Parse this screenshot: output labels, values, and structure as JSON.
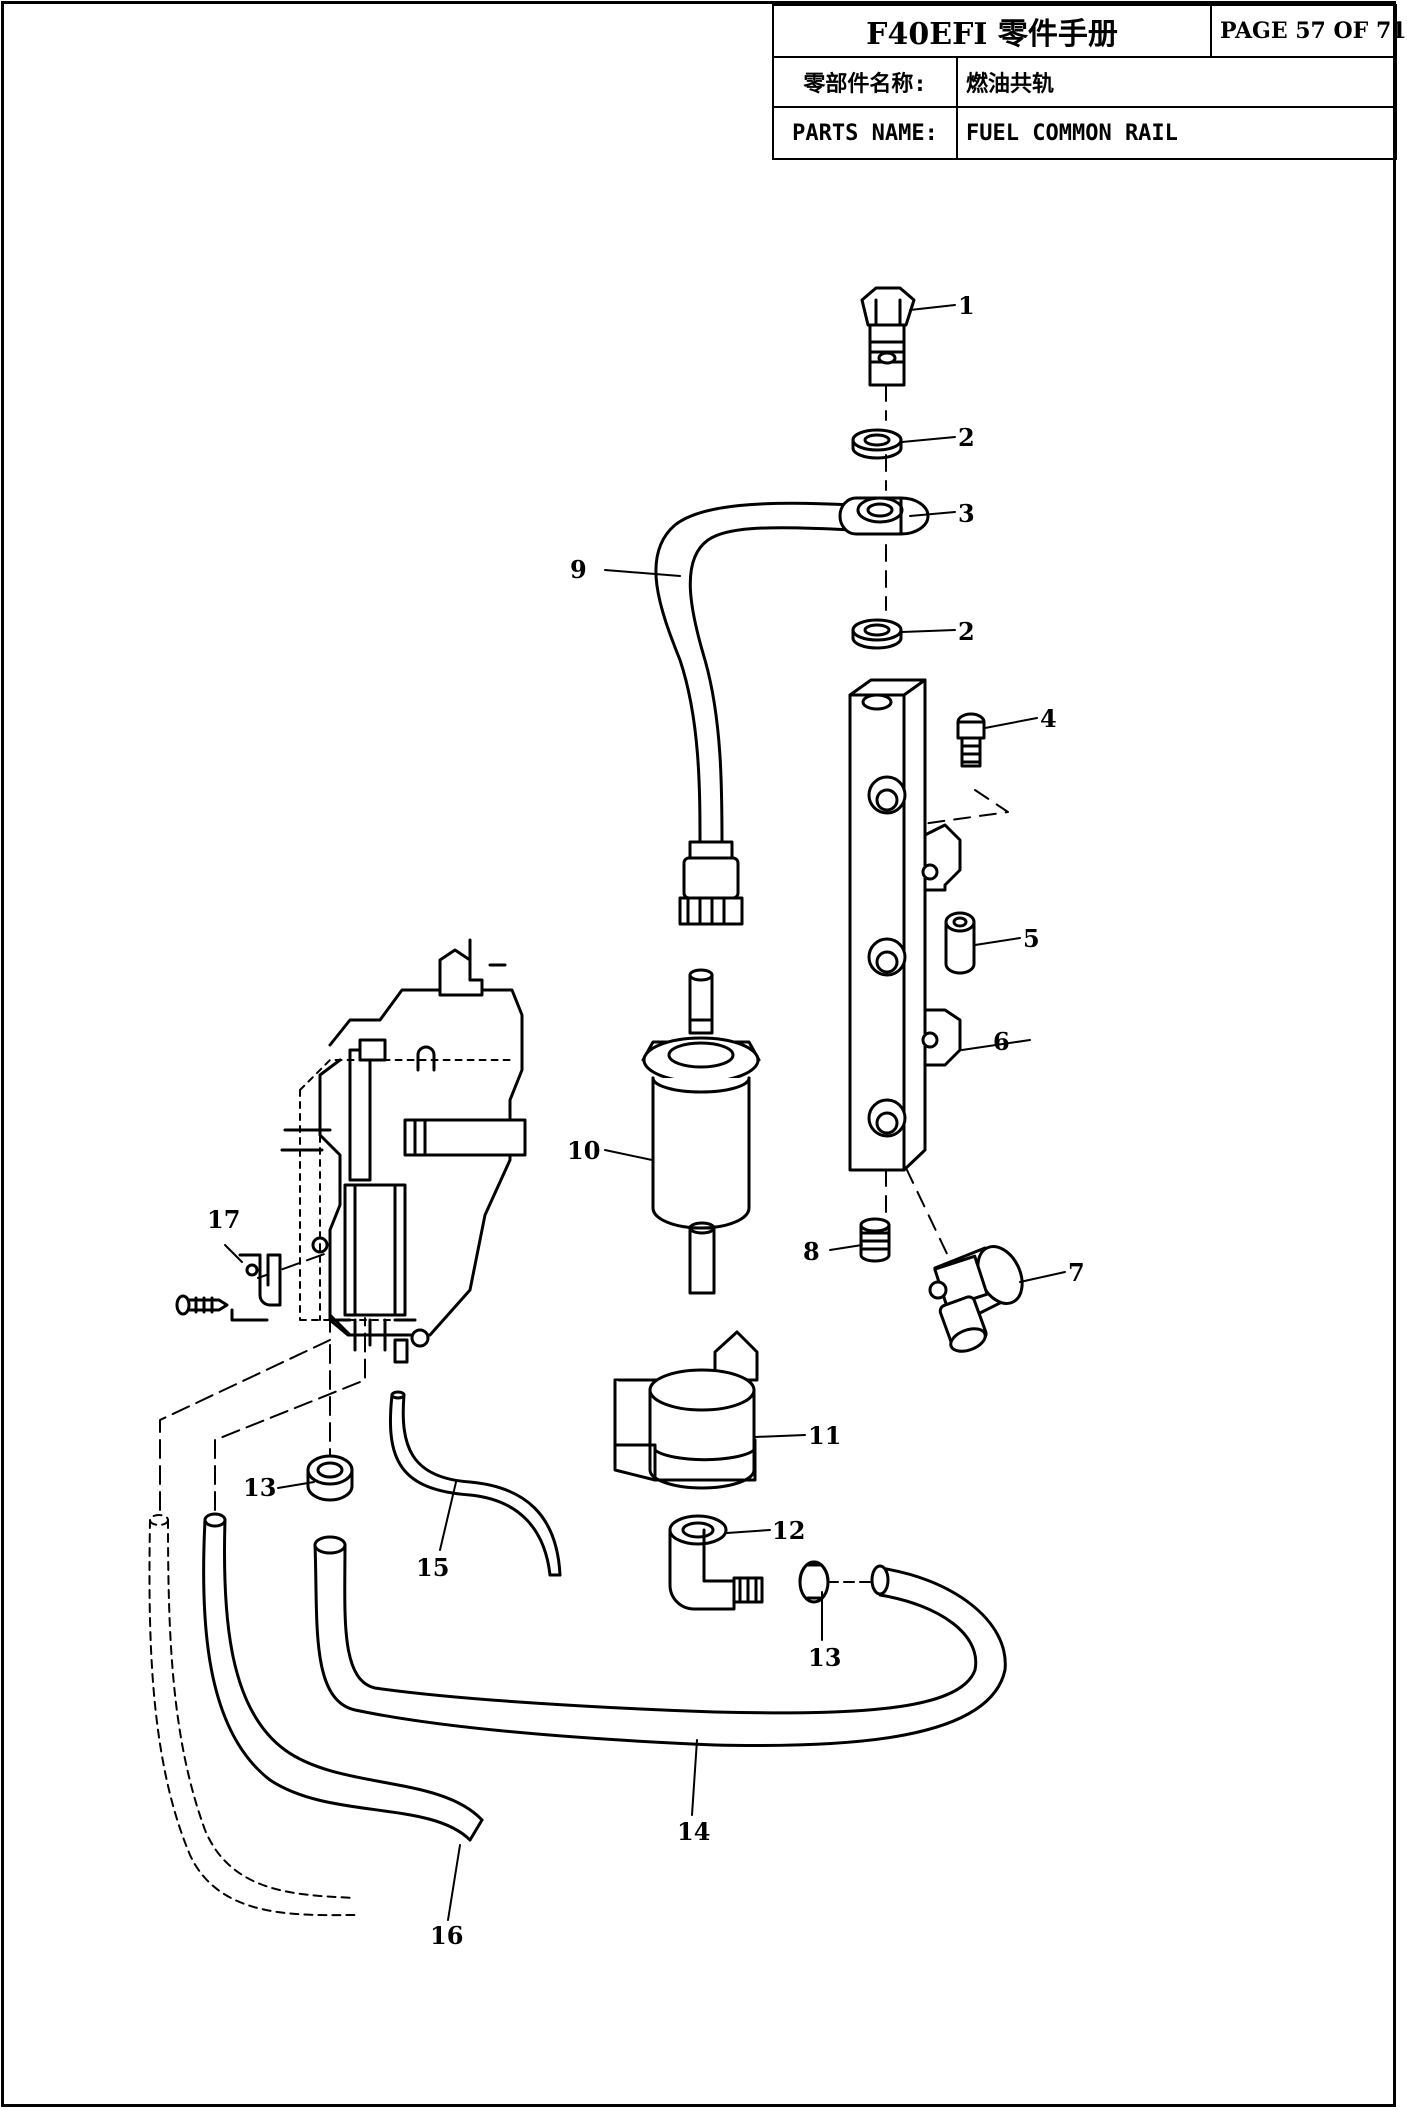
{
  "header": {
    "doc_title": "F40EFI 零件手册",
    "page_label": "PAGE 57 OF 71",
    "name_cn_label": "零部件名称:",
    "name_cn_value": "燃油共轨",
    "name_en_label": "PARTS NAME:",
    "name_en_value": "FUEL COMMON RAIL"
  },
  "callouts": [
    {
      "id": "c1",
      "label": "1"
    },
    {
      "id": "c2a",
      "label": "2"
    },
    {
      "id": "c3",
      "label": "3"
    },
    {
      "id": "c2b",
      "label": "2"
    },
    {
      "id": "c4",
      "label": "4"
    },
    {
      "id": "c5",
      "label": "5"
    },
    {
      "id": "c6",
      "label": "6"
    },
    {
      "id": "c7",
      "label": "7"
    },
    {
      "id": "c8",
      "label": "8"
    },
    {
      "id": "c9",
      "label": "9"
    },
    {
      "id": "c10",
      "label": "10"
    },
    {
      "id": "c11",
      "label": "11"
    },
    {
      "id": "c12",
      "label": "12"
    },
    {
      "id": "c13a",
      "label": "13"
    },
    {
      "id": "c13b",
      "label": "13"
    },
    {
      "id": "c14",
      "label": "14"
    },
    {
      "id": "c15",
      "label": "15"
    },
    {
      "id": "c16",
      "label": "16"
    },
    {
      "id": "c17",
      "label": "17"
    }
  ]
}
